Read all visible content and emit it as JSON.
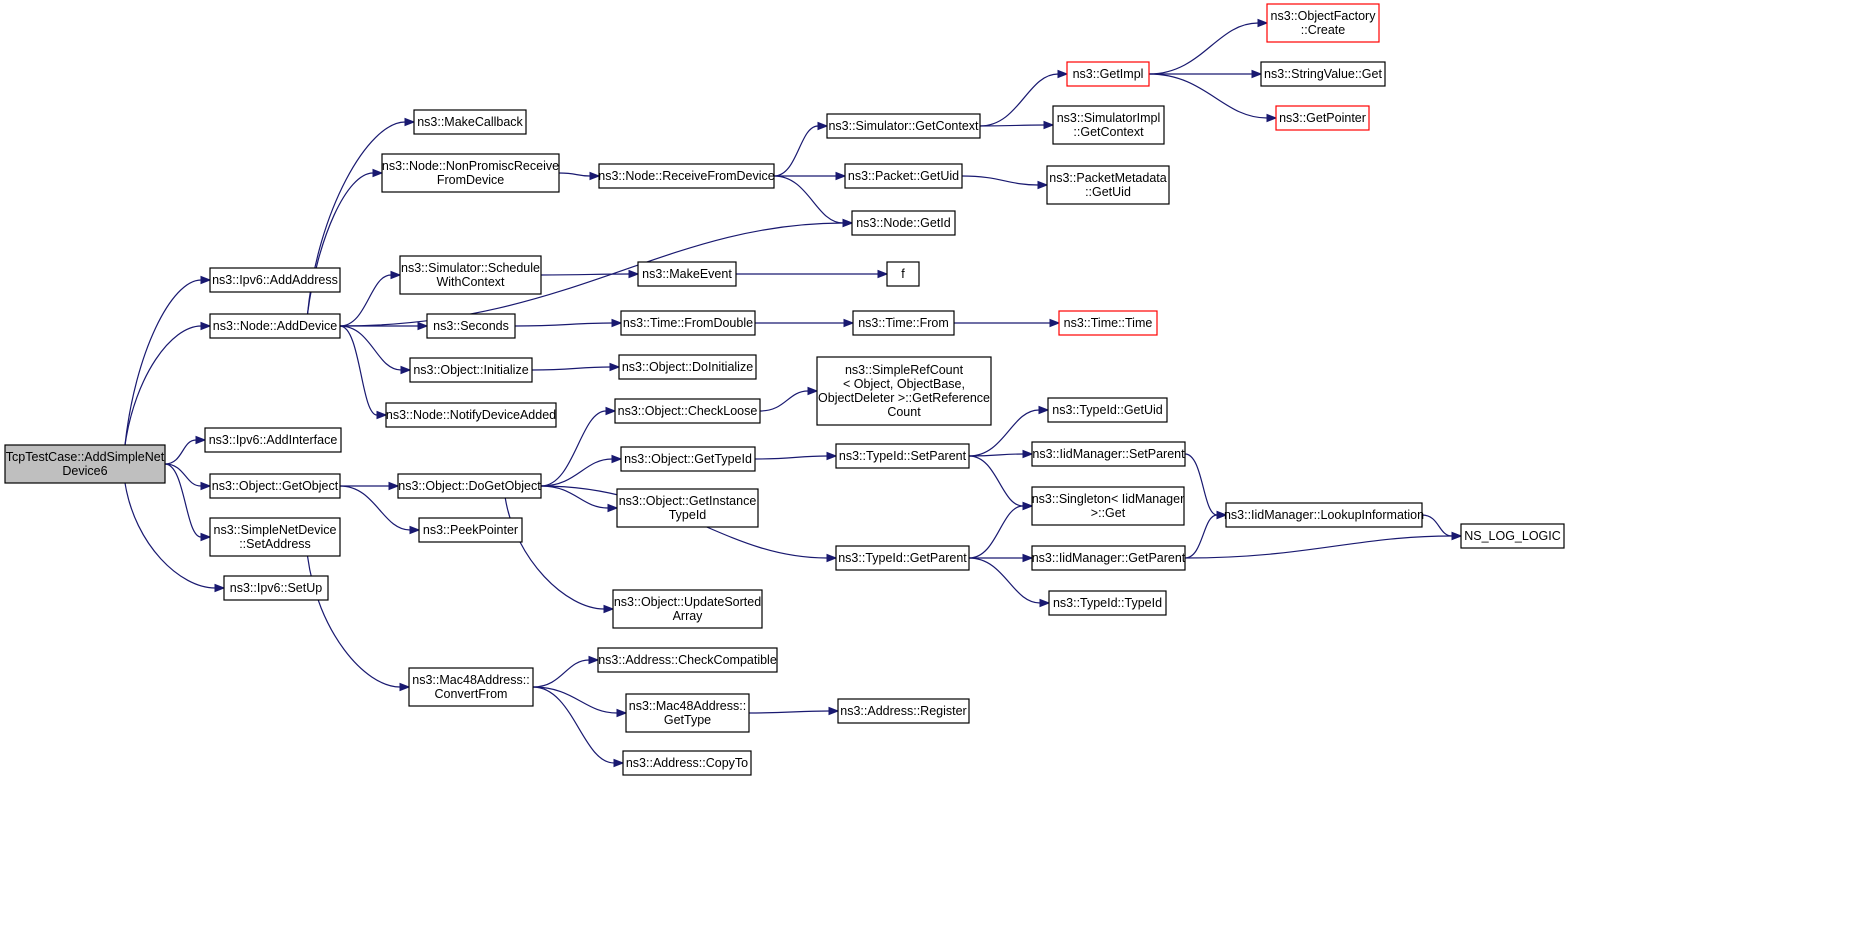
{
  "colors": {
    "edge": "#191970",
    "root_fill": "#bfbfbf",
    "truncated_border": "#ff0000",
    "node_border": "#000000"
  },
  "nodes": [
    {
      "id": "root",
      "lines": [
        "TcpTestCase::AddSimpleNet",
        "Device6"
      ],
      "style": "root"
    },
    {
      "id": "ipv6_addaddress",
      "lines": [
        "ns3::Ipv6::AddAddress"
      ]
    },
    {
      "id": "node_adddevice",
      "lines": [
        "ns3::Node::AddDevice"
      ]
    },
    {
      "id": "ipv6_addinterface",
      "lines": [
        "ns3::Ipv6::AddInterface"
      ]
    },
    {
      "id": "object_getobject",
      "lines": [
        "ns3::Object::GetObject"
      ]
    },
    {
      "id": "simplenetdevice_setaddress",
      "lines": [
        "ns3::SimpleNetDevice",
        "::SetAddress"
      ]
    },
    {
      "id": "ipv6_setup",
      "lines": [
        "ns3::Ipv6::SetUp"
      ]
    },
    {
      "id": "makecallback",
      "lines": [
        "ns3::MakeCallback"
      ]
    },
    {
      "id": "node_nonpromisc",
      "lines": [
        "ns3::Node::NonPromiscReceive",
        "FromDevice"
      ]
    },
    {
      "id": "simulator_schedulewithcontext",
      "lines": [
        "ns3::Simulator::Schedule",
        "WithContext"
      ]
    },
    {
      "id": "seconds",
      "lines": [
        "ns3::Seconds"
      ]
    },
    {
      "id": "object_initialize",
      "lines": [
        "ns3::Object::Initialize"
      ]
    },
    {
      "id": "node_notifydeviceadded",
      "lines": [
        "ns3::Node::NotifyDeviceAdded"
      ]
    },
    {
      "id": "object_dogetobject",
      "lines": [
        "ns3::Object::DoGetObject"
      ]
    },
    {
      "id": "peekpointer",
      "lines": [
        "ns3::PeekPointer"
      ]
    },
    {
      "id": "mac48_convertfrom",
      "lines": [
        "ns3::Mac48Address::",
        "ConvertFrom"
      ]
    },
    {
      "id": "node_receivefromdevice",
      "lines": [
        "ns3::Node::ReceiveFromDevice"
      ]
    },
    {
      "id": "makeevent",
      "lines": [
        "ns3::MakeEvent"
      ]
    },
    {
      "id": "time_fromdouble",
      "lines": [
        "ns3::Time::FromDouble"
      ]
    },
    {
      "id": "object_doinitialize",
      "lines": [
        "ns3::Object::DoInitialize"
      ]
    },
    {
      "id": "object_checkloose",
      "lines": [
        "ns3::Object::CheckLoose"
      ]
    },
    {
      "id": "object_gettypeid",
      "lines": [
        "ns3::Object::GetTypeId"
      ]
    },
    {
      "id": "object_getinstancetypeid",
      "lines": [
        "ns3::Object::GetInstance",
        "TypeId"
      ]
    },
    {
      "id": "object_updatesortedarray",
      "lines": [
        "ns3::Object::UpdateSorted",
        "Array"
      ]
    },
    {
      "id": "address_checkcompatible",
      "lines": [
        "ns3::Address::CheckCompatible"
      ]
    },
    {
      "id": "mac48_gettype",
      "lines": [
        "ns3::Mac48Address::",
        "GetType"
      ]
    },
    {
      "id": "address_copyto",
      "lines": [
        "ns3::Address::CopyTo"
      ]
    },
    {
      "id": "simulator_getcontext",
      "lines": [
        "ns3::Simulator::GetContext"
      ]
    },
    {
      "id": "packet_getuid",
      "lines": [
        "ns3::Packet::GetUid"
      ]
    },
    {
      "id": "node_getid",
      "lines": [
        "ns3::Node::GetId"
      ]
    },
    {
      "id": "f",
      "lines": [
        "f"
      ]
    },
    {
      "id": "time_from",
      "lines": [
        "ns3::Time::From"
      ]
    },
    {
      "id": "simplerefcount",
      "lines": [
        "ns3::SimpleRefCount",
        "< Object, ObjectBase,",
        "ObjectDeleter >::GetReference",
        "Count"
      ]
    },
    {
      "id": "typeid_setparent",
      "lines": [
        "ns3::TypeId::SetParent"
      ]
    },
    {
      "id": "typeid_getparent",
      "lines": [
        "ns3::TypeId::GetParent"
      ]
    },
    {
      "id": "address_register",
      "lines": [
        "ns3::Address::Register"
      ]
    },
    {
      "id": "getimpl",
      "lines": [
        "ns3::GetImpl"
      ],
      "style": "red"
    },
    {
      "id": "simulatorimpl_getcontext",
      "lines": [
        "ns3::SimulatorImpl",
        "::GetContext"
      ]
    },
    {
      "id": "packetmetadata_getuid",
      "lines": [
        "ns3::PacketMetadata",
        "::GetUid"
      ]
    },
    {
      "id": "time_time",
      "lines": [
        "ns3::Time::Time"
      ],
      "style": "red"
    },
    {
      "id": "typeid_getuid",
      "lines": [
        "ns3::TypeId::GetUid"
      ]
    },
    {
      "id": "iidmanager_setparent",
      "lines": [
        "ns3::IidManager::SetParent"
      ]
    },
    {
      "id": "singleton_get",
      "lines": [
        "ns3::Singleton< IidManager",
        ">::Get"
      ]
    },
    {
      "id": "iidmanager_getparent",
      "lines": [
        "ns3::IidManager::GetParent"
      ]
    },
    {
      "id": "typeid_typeid",
      "lines": [
        "ns3::TypeId::TypeId"
      ]
    },
    {
      "id": "objectfactory_create",
      "lines": [
        "ns3::ObjectFactory",
        "::Create"
      ],
      "style": "red"
    },
    {
      "id": "stringvalue_get",
      "lines": [
        "ns3::StringValue::Get"
      ]
    },
    {
      "id": "getpointer",
      "lines": [
        "ns3::GetPointer"
      ],
      "style": "red"
    },
    {
      "id": "iidmanager_lookupinformation",
      "lines": [
        "ns3::IidManager::LookupInformation"
      ]
    },
    {
      "id": "ns_log_logic",
      "lines": [
        "NS_LOG_LOGIC"
      ]
    }
  ],
  "edges": [
    [
      "root",
      "ipv6_addaddress"
    ],
    [
      "root",
      "node_adddevice"
    ],
    [
      "root",
      "ipv6_addinterface"
    ],
    [
      "root",
      "object_getobject"
    ],
    [
      "root",
      "simplenetdevice_setaddress"
    ],
    [
      "root",
      "ipv6_setup"
    ],
    [
      "node_adddevice",
      "makecallback"
    ],
    [
      "node_adddevice",
      "node_nonpromisc"
    ],
    [
      "node_adddevice",
      "node_getid"
    ],
    [
      "node_adddevice",
      "simulator_schedulewithcontext"
    ],
    [
      "node_adddevice",
      "seconds"
    ],
    [
      "node_adddevice",
      "object_initialize"
    ],
    [
      "node_adddevice",
      "node_notifydeviceadded"
    ],
    [
      "object_getobject",
      "object_dogetobject"
    ],
    [
      "object_getobject",
      "peekpointer"
    ],
    [
      "simplenetdevice_setaddress",
      "mac48_convertfrom"
    ],
    [
      "node_nonpromisc",
      "node_receivefromdevice"
    ],
    [
      "node_receivefromdevice",
      "simulator_getcontext"
    ],
    [
      "node_receivefromdevice",
      "packet_getuid"
    ],
    [
      "node_receivefromdevice",
      "node_getid"
    ],
    [
      "simulator_schedulewithcontext",
      "makeevent"
    ],
    [
      "makeevent",
      "f"
    ],
    [
      "seconds",
      "time_fromdouble"
    ],
    [
      "time_fromdouble",
      "time_from"
    ],
    [
      "time_from",
      "time_time"
    ],
    [
      "object_initialize",
      "object_doinitialize"
    ],
    [
      "object_dogetobject",
      "object_checkloose"
    ],
    [
      "object_dogetobject",
      "object_gettypeid"
    ],
    [
      "object_dogetobject",
      "object_getinstancetypeid"
    ],
    [
      "object_dogetobject",
      "typeid_getparent"
    ],
    [
      "object_dogetobject",
      "object_updatesortedarray"
    ],
    [
      "object_checkloose",
      "simplerefcount"
    ],
    [
      "object_gettypeid",
      "typeid_setparent"
    ],
    [
      "typeid_setparent",
      "typeid_getuid"
    ],
    [
      "typeid_setparent",
      "iidmanager_setparent"
    ],
    [
      "typeid_setparent",
      "singleton_get"
    ],
    [
      "typeid_getparent",
      "singleton_get"
    ],
    [
      "typeid_getparent",
      "iidmanager_getparent"
    ],
    [
      "typeid_getparent",
      "typeid_typeid"
    ],
    [
      "iidmanager_setparent",
      "iidmanager_lookupinformation"
    ],
    [
      "iidmanager_getparent",
      "iidmanager_lookupinformation"
    ],
    [
      "iidmanager_getparent",
      "ns_log_logic"
    ],
    [
      "iidmanager_lookupinformation",
      "ns_log_logic"
    ],
    [
      "simulator_getcontext",
      "getimpl"
    ],
    [
      "simulator_getcontext",
      "simulatorimpl_getcontext"
    ],
    [
      "getimpl",
      "objectfactory_create"
    ],
    [
      "getimpl",
      "stringvalue_get"
    ],
    [
      "getimpl",
      "getpointer"
    ],
    [
      "packet_getuid",
      "packetmetadata_getuid"
    ],
    [
      "mac48_convertfrom",
      "address_checkcompatible"
    ],
    [
      "mac48_convertfrom",
      "mac48_gettype"
    ],
    [
      "mac48_convertfrom",
      "address_copyto"
    ],
    [
      "mac48_gettype",
      "address_register"
    ]
  ]
}
